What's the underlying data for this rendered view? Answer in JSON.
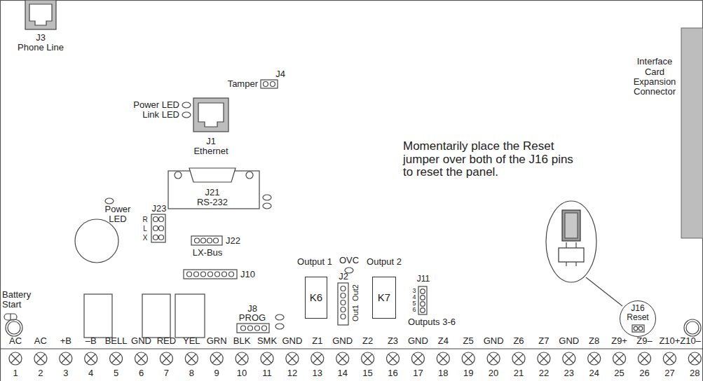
{
  "diagram": {
    "nodes": [
      {
        "text": [
          "K6"
        ]
      },
      {
        "text": [
          "K7"
        ]
      },
      {
        "text": [
          "J16 Reset"
        ]
      }
    ],
    "labels": [
      "J3",
      "Phone Line",
      "J4",
      "Tamper",
      "Power LED",
      "Link LED",
      "J1",
      "Ethernet",
      "J21",
      "RS-232",
      "Power LED",
      "J23",
      "R",
      "L",
      "X",
      "J22",
      "LX-Bus",
      "J10",
      "Battery Start",
      "Output 1",
      "OVC",
      "Output 2",
      "J2",
      "Out2",
      "Out1",
      "J11",
      "3",
      "4",
      "5",
      "6",
      "Outputs 3-6",
      "J8",
      "PROG",
      "Momentarily place the Reset jumper over both of the J16 pins to reset the panel.",
      "Interface Card Expansion Connector",
      "AC",
      "AC",
      "+B",
      "–B",
      "BELL",
      "GND",
      "RED",
      "YEL",
      "GRN",
      "BLK",
      "SMK",
      "GND",
      "Z1",
      "GND",
      "Z2",
      "Z3",
      "GND",
      "Z4",
      "Z5",
      "GND",
      "Z6",
      "Z7",
      "GND",
      "Z8",
      "Z9+",
      "Z9–",
      "Z10+",
      "Z10–",
      "1",
      "2",
      "3",
      "4",
      "5",
      "6",
      "7",
      "8",
      "9",
      "10",
      "11",
      "12",
      "13",
      "14",
      "15",
      "16",
      "17",
      "18",
      "19",
      "20",
      "21",
      "22",
      "23",
      "24",
      "25",
      "26",
      "27",
      "28"
    ]
  }
}
